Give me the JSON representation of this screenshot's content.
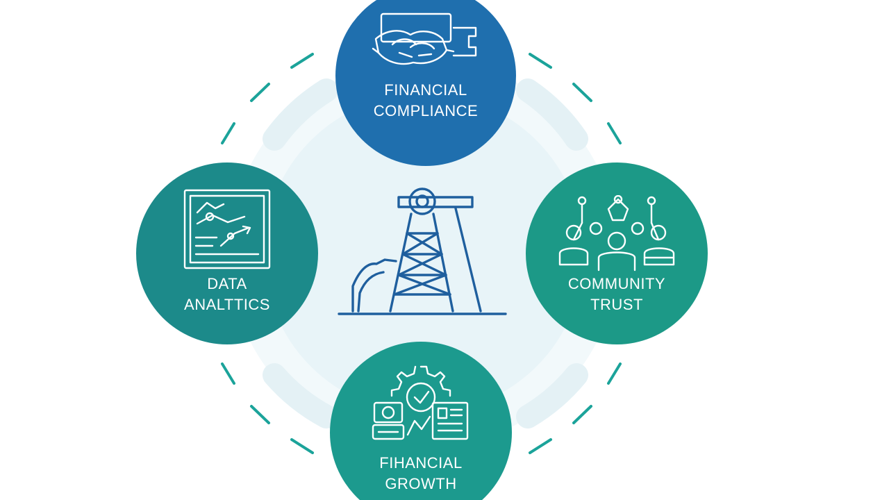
{
  "nodes": {
    "top": {
      "line1": "FINANCIAL",
      "line2": "COMPLIANCE",
      "icon": "handshake-document-icon",
      "color": "#1f6fae"
    },
    "left": {
      "line1": "DATA",
      "line2": "ANALTTICS",
      "icon": "chart-board-icon",
      "color": "#1c8a8a"
    },
    "right": {
      "line1": "COMMUNITY",
      "line2": "TRUST",
      "icon": "people-network-icon",
      "color": "#1c9987"
    },
    "bottom": {
      "line1": "FIHANCIAL",
      "line2": "GROWTH",
      "icon": "gear-growth-icon",
      "color": "#1c9a8e"
    }
  },
  "center": {
    "icon": "oil-derrick-icon",
    "color": "#1f5f9e"
  },
  "ring": {
    "color": "#1ba39a",
    "halo_color": "#eef7fa"
  }
}
